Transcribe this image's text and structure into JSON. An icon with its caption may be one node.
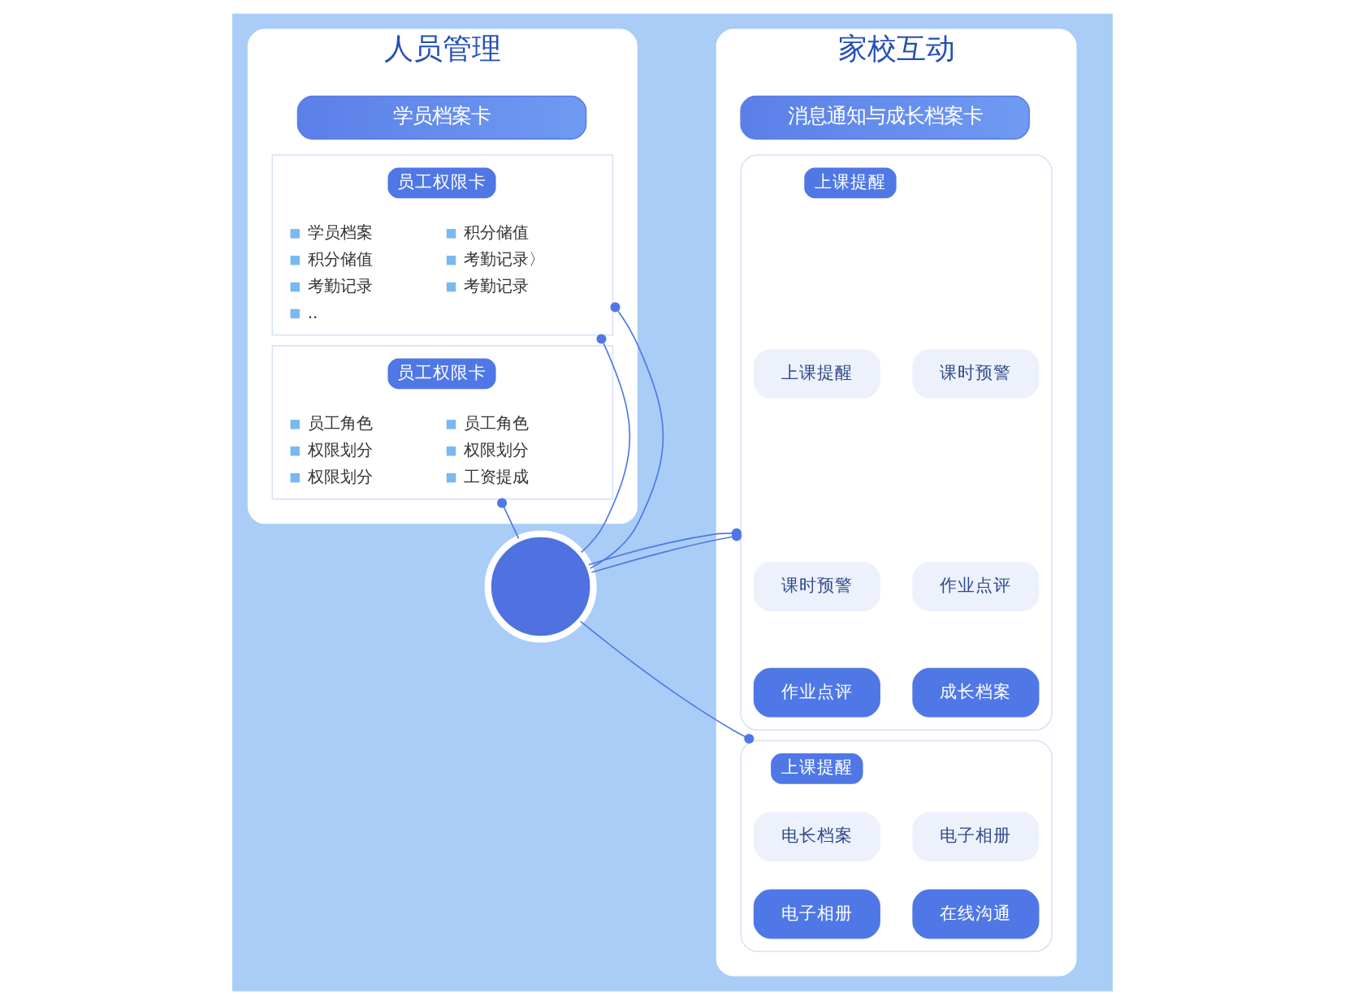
{
  "diagram": {
    "nodes": [
      {
        "text": [
          "人员管理"
        ]
      },
      {
        "text": [
          "学员档案卡"
        ],
        "in": 0
      },
      {
        "text": [
          "学员档案",
          "积分储值",
          "积分储值",
          "考勤记录〉",
          "考勤记录",
          "考勤记录",
          ".."
        ],
        "in": 0
      },
      {
        "text": [
          "员工权限卡"
        ],
        "in": 2
      },
      {
        "text": [
          "员工角色",
          "员工角色",
          "权限划分",
          "权限划分",
          "权限划分",
          "工资提成"
        ],
        "in": 0
      },
      {
        "text": [
          "员工权限卡"
        ],
        "in": 4
      },
      {
        "text": [],
        "shape": "person"
      },
      {
        "text": [
          "家校互动"
        ]
      },
      {
        "text": [
          "消息通知与成长档案卡"
        ],
        "in": 7
      },
      {
        "text": [],
        "shape": "box",
        "in": 7
      },
      {
        "text": [
          "上课提醒"
        ],
        "in": 9
      },
      {
        "text": [
          "上课提醒"
        ],
        "in": 9
      },
      {
        "text": [
          "课时预警"
        ],
        "in": 9
      },
      {
        "text": [
          "课时预警"
        ],
        "in": 9
      },
      {
        "text": [
          "作业点评"
        ],
        "in": 9
      },
      {
        "text": [
          "作业点评"
        ],
        "in": 9
      },
      {
        "text": [
          "成长档案"
        ],
        "in": 9
      },
      {
        "text": [],
        "shape": "box",
        "in": 7
      },
      {
        "text": [
          "上课提醒"
        ],
        "in": 17
      },
      {
        "text": [
          "电长档案"
        ],
        "in": 17
      },
      {
        "text": [
          "电子相册"
        ],
        "in": 17
      },
      {
        "text": [
          "电子相册"
        ],
        "in": 17
      },
      {
        "text": [
          "在线沟通"
        ],
        "in": 17
      }
    ],
    "edges": [
      {
        "from": 6,
        "to": 2,
        "arrow": "other"
      },
      {
        "from": 6,
        "to": 2,
        "arrow": "other"
      },
      {
        "from": 6,
        "to": 4,
        "arrow": "other"
      },
      {
        "from": 6,
        "to": 9,
        "arrow": "other"
      },
      {
        "from": 6,
        "to": 9,
        "arrow": "other"
      },
      {
        "from": 6,
        "to": 17,
        "arrow": "other"
      }
    ]
  }
}
